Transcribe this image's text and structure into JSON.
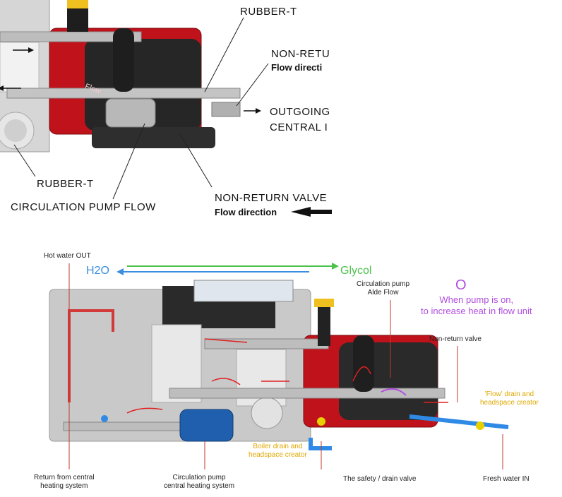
{
  "top_panel": {
    "labels": {
      "rubber_t_top": "RUBBER-T",
      "non_return_top_line1": "NON-RETU",
      "non_return_top_line2": "Flow directi",
      "outgoing_line1": "OUTGOING",
      "outgoing_line2": "CENTRAL I",
      "rubber_t_bottom": "RUBBER-T",
      "circulation_pump_flow": "CIRCULATION PUMP FLOW",
      "non_return_bottom_line1": "NON-RETURN VALVE",
      "non_return_bottom_line2": "Flow direction",
      "unit_brand_text": "Flow"
    }
  },
  "bottom_panel": {
    "labels": {
      "hot_water_out": "Hot water OUT",
      "h2o": "H2O",
      "glycol": "Glycol",
      "circ_pump_aldeflow_line1": "Circulation pump",
      "circ_pump_aldeflow_line2": "Alde Flow",
      "pump_symbol": "O",
      "pump_note_line1": "When pump is on,",
      "pump_note_line2": "to increase heat in flow unit",
      "non_return_valve": "Non-return valve",
      "flow_drain_line1": "'Flow' drain and",
      "flow_drain_line2": "headspace creator",
      "boiler_drain_line1": "Boiler drain and",
      "boiler_drain_line2": "headspace creator",
      "return_central_line1": "Return from central",
      "return_central_line2": "heating system",
      "circ_pump_central_line1": "Circulation pump",
      "circ_pump_central_line2": "central heating system",
      "safety_drain_valve": "The safety / drain valve",
      "fresh_water_in": "Fresh water IN"
    },
    "colors": {
      "h2o": "#3a8ee0",
      "glycol": "#4cc24c",
      "purple": "#b14ee0",
      "yellow": "#e0a800",
      "leader_red": "#c0392b",
      "water_pipe_blue": "#2f8ae6"
    }
  }
}
